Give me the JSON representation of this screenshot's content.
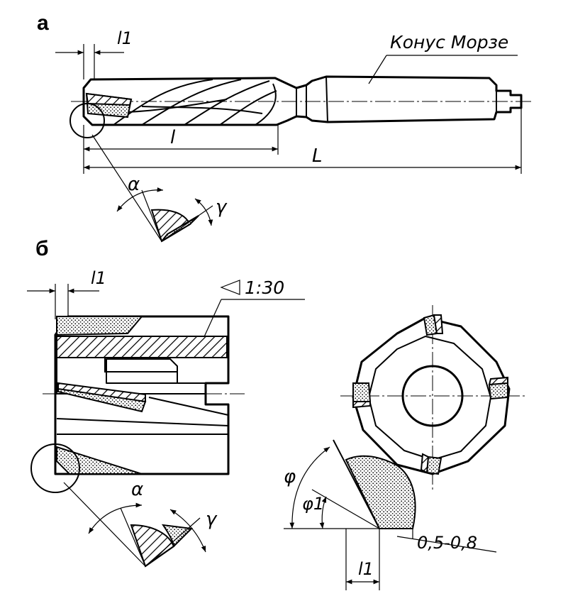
{
  "panels": {
    "a": "а",
    "b": "б"
  },
  "labels": {
    "a_l1": "l1",
    "a_morse": "Конус Морзе",
    "a_l": "l",
    "a_L": "L",
    "a_alpha": "α",
    "a_gamma": "γ",
    "b_l1": "l1",
    "b_taper": "1:30",
    "b_alpha": "α",
    "b_gamma": "γ",
    "b_phi": "φ",
    "b_phi1": "φ1",
    "b_chamfer": "0,5-0,8",
    "b_l1_bottom": "l1"
  },
  "colors": {
    "ink": "#000000",
    "paper": "#ffffff"
  }
}
